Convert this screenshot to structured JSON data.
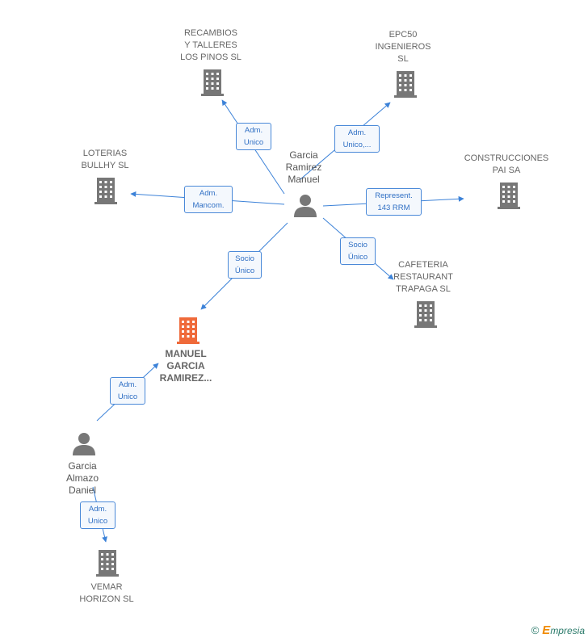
{
  "nodes": [
    {
      "id": "recambios",
      "label": "RECAMBIOS\nY TALLERES\nLOS PINOS SL",
      "type": "company"
    },
    {
      "id": "epc50",
      "label": "EPC50\nINGENIEROS\nSL",
      "type": "company"
    },
    {
      "id": "loterias",
      "label": "LOTERIAS\nBULLHY  SL",
      "type": "company"
    },
    {
      "id": "construcciones",
      "label": "CONSTRUCCIONES\nPAI SA",
      "type": "company"
    },
    {
      "id": "garcia_ramirez",
      "label": "Garcia\nRamirez\nManuel",
      "type": "person"
    },
    {
      "id": "cafeteria",
      "label": "CAFETERIA\nRESTAURANT\nTRAPAGA  SL",
      "type": "company"
    },
    {
      "id": "manuel",
      "label": "MANUEL\nGARCIA\nRAMIREZ...",
      "type": "company-main"
    },
    {
      "id": "garcia_almazo",
      "label": "Garcia\nAlmazo\nDaniel",
      "type": "person"
    },
    {
      "id": "vemar",
      "label": "VEMAR\nHORIZON  SL",
      "type": "company"
    }
  ],
  "edges": [
    {
      "id": "e1",
      "label": "Adm.\nUnico"
    },
    {
      "id": "e2",
      "label": "Adm.\nUnico,..."
    },
    {
      "id": "e3",
      "label": "Adm.\nMancom."
    },
    {
      "id": "e4",
      "label": "Represent.\n143 RRM"
    },
    {
      "id": "e5",
      "label": "Socio\nÚnico"
    },
    {
      "id": "e6",
      "label": "Socio\nÚnico"
    },
    {
      "id": "e7",
      "label": "Adm.\nUnico"
    },
    {
      "id": "e8",
      "label": "Adm.\nUnico"
    }
  ],
  "colors": {
    "edge": "#3c82d8",
    "company_icon": "#777777",
    "main_icon": "#ef6a3a",
    "person_icon": "#777777"
  },
  "footer": {
    "copyright": "©",
    "brand_initial": "E",
    "brand_rest": "mpresia"
  }
}
